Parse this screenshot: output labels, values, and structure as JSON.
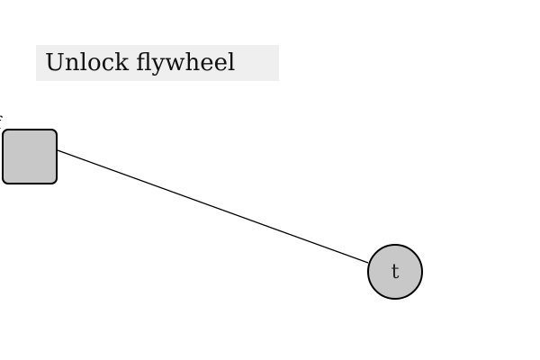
{
  "task": {
    "text": "Unlock flywheel"
  },
  "graph": {
    "node_fill": "#c8c8c8",
    "edge_color": "#000000",
    "nodes": {
      "square": {
        "label": "f",
        "shape": "rounded-square"
      },
      "circle": {
        "label": "t",
        "shape": "circle"
      }
    }
  }
}
